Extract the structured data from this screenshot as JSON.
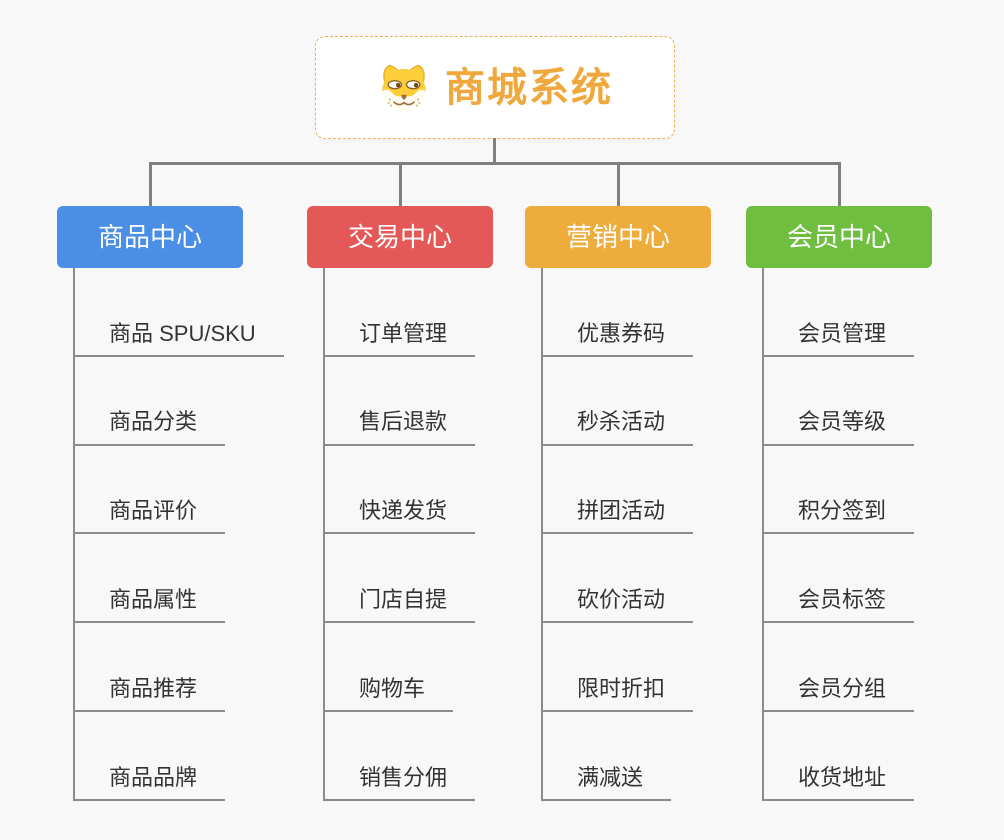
{
  "root": {
    "title": "商城系统",
    "icon": "doge-icon"
  },
  "branches": [
    {
      "label": "商品中心",
      "color": "#4A8EE5",
      "children": [
        "商品 SPU/SKU",
        "商品分类",
        "商品评价",
        "商品属性",
        "商品推荐",
        "商品品牌"
      ]
    },
    {
      "label": "交易中心",
      "color": "#E45858",
      "children": [
        "订单管理",
        "售后退款",
        "快递发货",
        "门店自提",
        "购物车",
        "销售分佣"
      ]
    },
    {
      "label": "营销中心",
      "color": "#EEAC3C",
      "children": [
        "优惠券码",
        "秒杀活动",
        "拼团活动",
        "砍价活动",
        "限时折扣",
        "满减送"
      ]
    },
    {
      "label": "会员中心",
      "color": "#6FBE40",
      "children": [
        "会员管理",
        "会员等级",
        "积分签到",
        "会员标签",
        "会员分组",
        "收货地址"
      ]
    }
  ],
  "colors": {
    "background": "#F8F8F8",
    "root_border": "#F2AF54",
    "root_title": "#F0A73C",
    "connector": "#808080",
    "leaf_line": "#8C8C8C",
    "leaf_text": "#333333",
    "branch_text": "#FFFFFF"
  }
}
